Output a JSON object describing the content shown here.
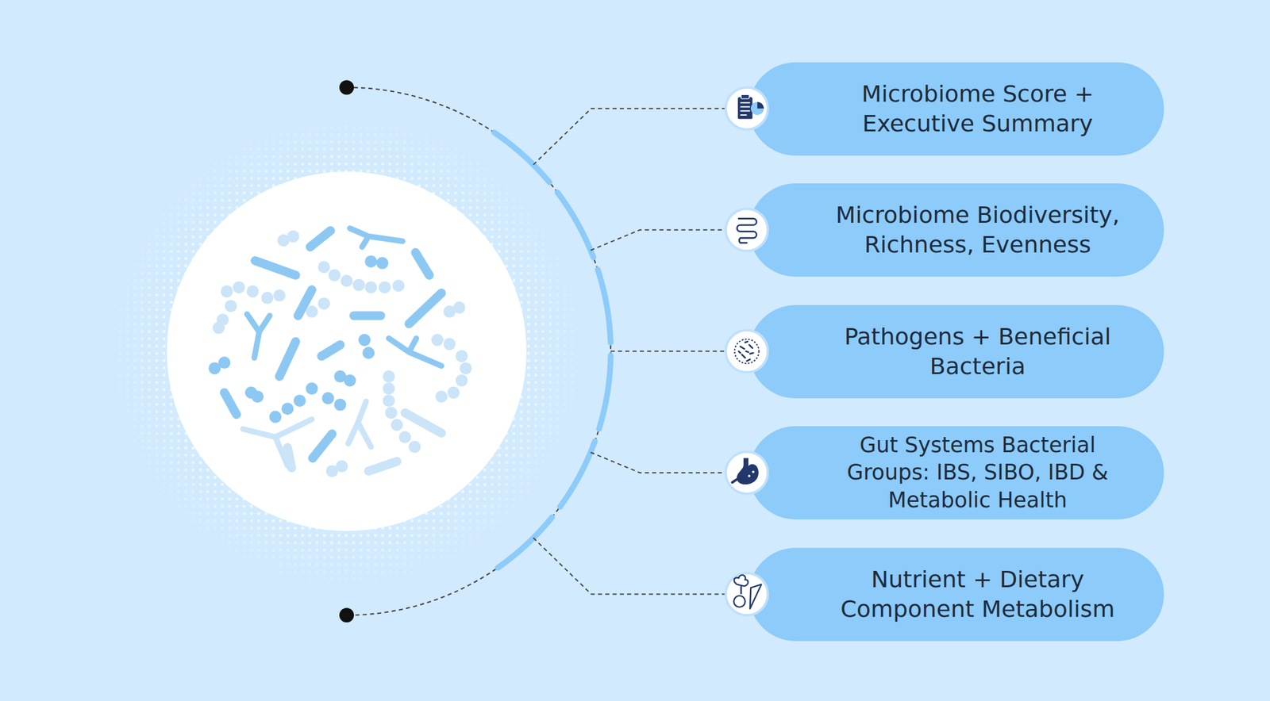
{
  "diagram": {
    "nodes": [
      {
        "text": [
          "Microbiome Score + Executive Summary"
        ]
      },
      {
        "text": [
          "Microbiome Biodiversity, Richness, Evenness"
        ]
      },
      {
        "text": [
          "Pathogens + Beneficial Bacteria"
        ]
      },
      {
        "text": [
          "Gut Systems Bacterial Groups: IBS, SIBO, IBD & Metabolic Health"
        ]
      },
      {
        "text": [
          "Nutrient + Dietary Component Metabolism"
        ]
      }
    ]
  }
}
